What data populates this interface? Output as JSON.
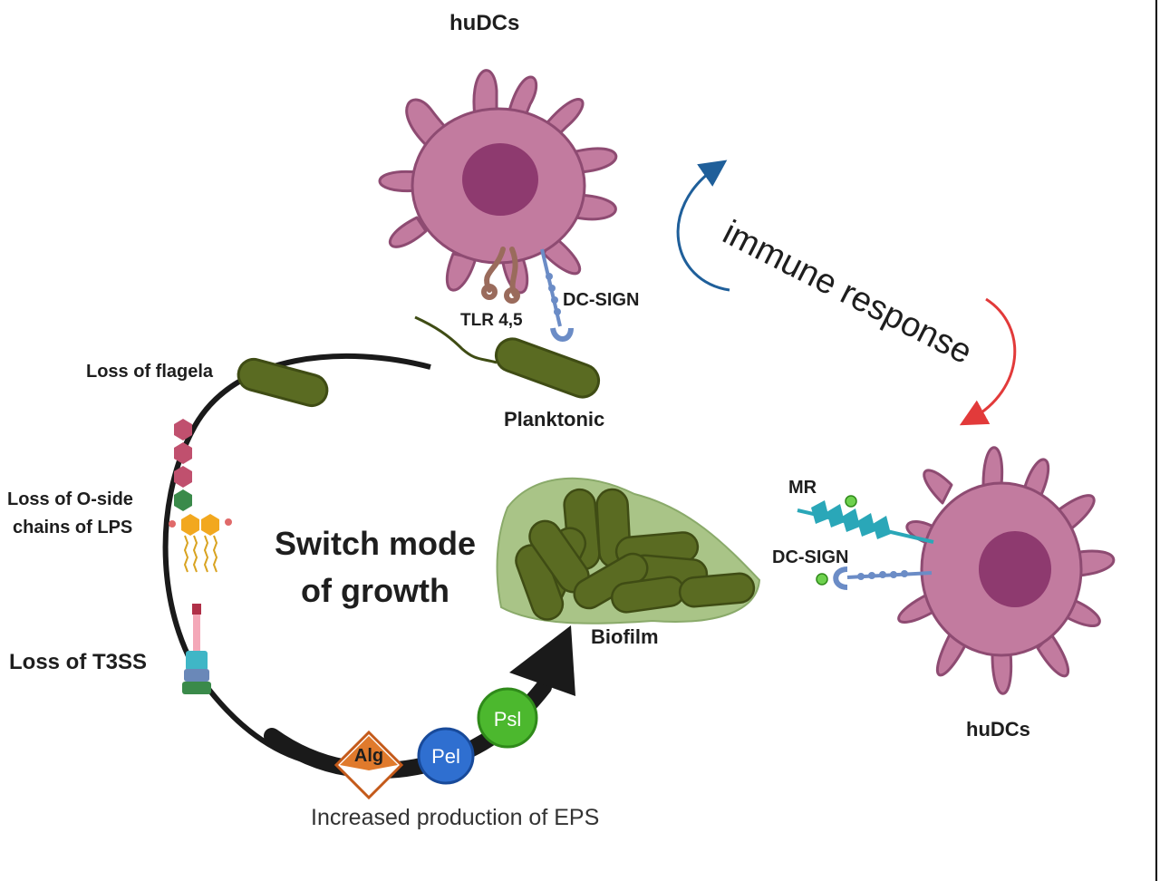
{
  "colors": {
    "cell_body": "#c27b9f",
    "cell_outline": "#8e4b72",
    "nucleus": "#8e3a6f",
    "bacterium": "#5a6b22",
    "bacterium_outline": "#3f4c14",
    "biofilm_matrix": "#a9c487",
    "cycle_arrow": "#1a1a1a",
    "arrow_blue": "#1f5f9a",
    "arrow_red": "#e23a3a",
    "alg": "#e07a2c",
    "pel": "#2f6fd0",
    "psl": "#4cb82e",
    "dc_sign": "#6b8cc6",
    "mr": "#2aa7b8",
    "tlr": "#9a6b5c"
  },
  "labels": {
    "hudcs_top": "huDCs",
    "hudcs_right": "huDCs",
    "tlr": "TLR 4,5",
    "dc_sign_top": "DC-SIGN",
    "dc_sign_right": "DC-SIGN",
    "mr": "MR",
    "planktonic": "Planktonic",
    "biofilm": "Biofilm",
    "loss_flagela": "Loss of flagela",
    "loss_lps_line1": "Loss of O-side",
    "loss_lps_line2": "chains of LPS",
    "loss_t3ss": "Loss of T3SS",
    "switch_line1": "Switch mode",
    "switch_line2": "of growth",
    "immune": "immune response",
    "eps": "Increased production of EPS",
    "alg": "Alg",
    "pel": "Pel",
    "psl": "Psl"
  },
  "icons": [
    "dendritic-cell",
    "bacterium",
    "biofilm",
    "tlr-receptor",
    "dc-sign-receptor",
    "mannose-receptor",
    "flagellum",
    "lps-chain",
    "t3ss-needle"
  ]
}
